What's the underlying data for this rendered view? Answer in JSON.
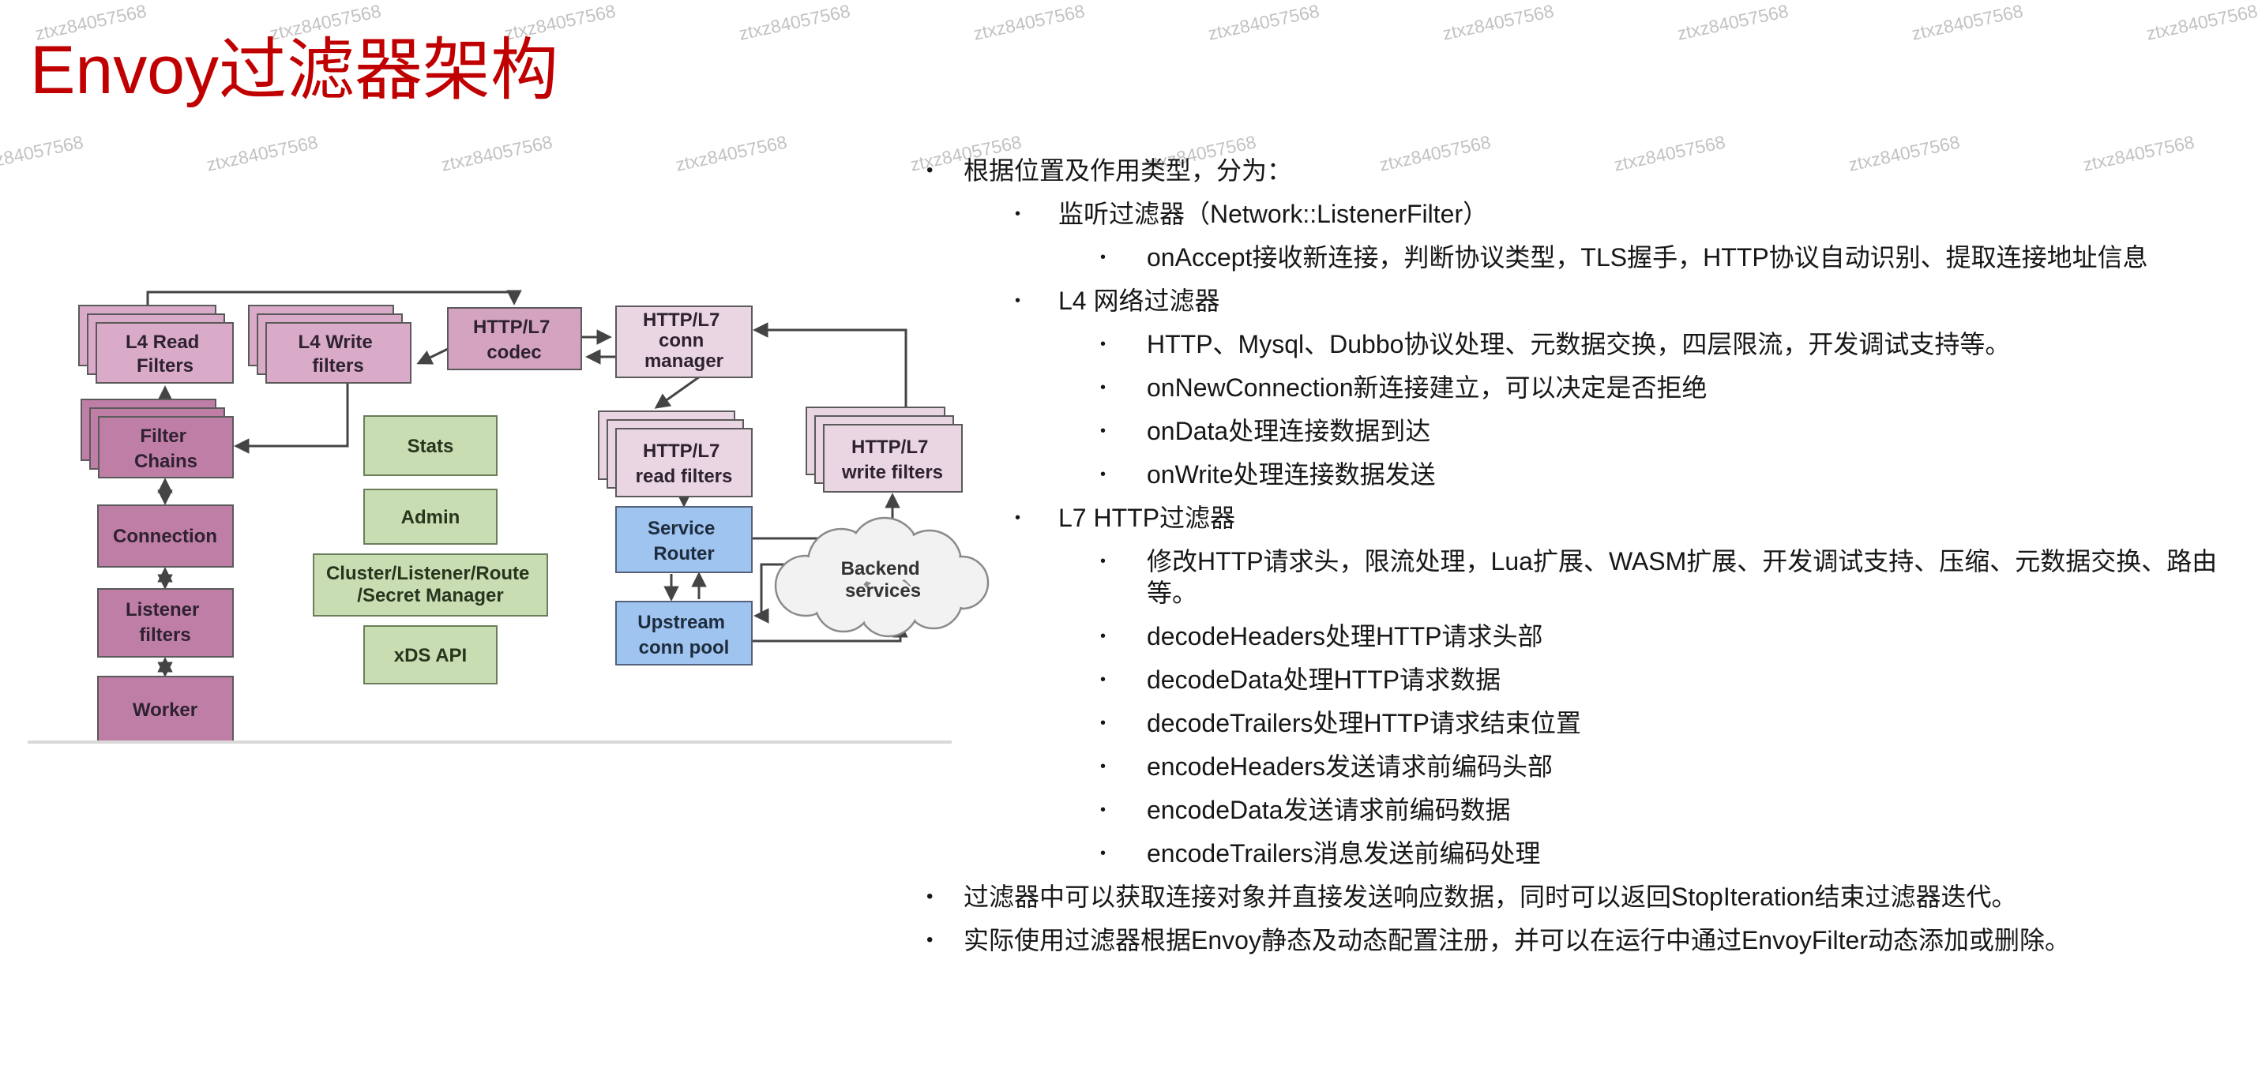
{
  "slide": {
    "title": "Envoy过滤器架构"
  },
  "watermark": {
    "text": "ztxz84057568"
  },
  "diagram": {
    "boxes": {
      "l4_read": {
        "line1": "L4 Read",
        "line2": "Filters"
      },
      "l4_write": {
        "line1": "L4 Write",
        "line2": "filters"
      },
      "codec": {
        "line1": "HTTP/L7",
        "line2": "codec"
      },
      "conn_manager": {
        "line1": "HTTP/L7",
        "line2": "conn",
        "line3": "manager"
      },
      "read_filters": {
        "line1": "HTTP/L7",
        "line2": "read filters"
      },
      "write_filters": {
        "line1": "HTTP/L7",
        "line2": "write filters"
      },
      "filter_chains": {
        "line1": "Filter",
        "line2": "Chains"
      },
      "connection": {
        "line1": "Connection"
      },
      "listener_filters": {
        "line1": "Listener",
        "line2": "filters"
      },
      "worker": {
        "line1": "Worker"
      },
      "stats": {
        "line1": "Stats"
      },
      "admin": {
        "line1": "Admin"
      },
      "cluster_mgr": {
        "line1": "Cluster/Listener/Route",
        "line2": "/Secret Manager"
      },
      "xds": {
        "line1": "xDS API"
      },
      "service_router": {
        "line1": "Service",
        "line2": "Router"
      },
      "upstream_pool": {
        "line1": "Upstream",
        "line2": "conn pool"
      },
      "backend": {
        "line1": "Backend",
        "line2": "services"
      }
    },
    "colors": {
      "title_red": "#c00000",
      "pink_stack": "#d9abc8",
      "pink_codec": "#d4a3c0",
      "pink_pale": "#ead6e3",
      "mauve_dark": "#bf7ea6",
      "green": "#c9ddb2",
      "blue": "#9ec4ef",
      "cloud": "#f2f2f2",
      "arrow": "#444444"
    }
  },
  "bullets": [
    {
      "level": 0,
      "text": "根据位置及作用类型，分为："
    },
    {
      "level": 1,
      "text": "监听过滤器（Network::ListenerFilter）"
    },
    {
      "level": 2,
      "text": "onAccept接收新连接，判断协议类型，TLS握手，HTTP协议自动识别、提取连接地址信息"
    },
    {
      "level": 1,
      "text": "L4 网络过滤器"
    },
    {
      "level": 2,
      "text": "HTTP、Mysql、Dubbo协议处理、元数据交换，四层限流，开发调试支持等。"
    },
    {
      "level": 2,
      "text": "onNewConnection新连接建立，可以决定是否拒绝"
    },
    {
      "level": 2,
      "text": "onData处理连接数据到达"
    },
    {
      "level": 2,
      "text": "onWrite处理连接数据发送"
    },
    {
      "level": 1,
      "text": "L7 HTTP过滤器"
    },
    {
      "level": 2,
      "text": "修改HTTP请求头，限流处理，Lua扩展、WASM扩展、开发调试支持、压缩、元数据交换、路由等。"
    },
    {
      "level": 2,
      "text": "decodeHeaders处理HTTP请求头部"
    },
    {
      "level": 2,
      "text": "decodeData处理HTTP请求数据"
    },
    {
      "level": 2,
      "text": "decodeTrailers处理HTTP请求结束位置"
    },
    {
      "level": 2,
      "text": "encodeHeaders发送请求前编码头部"
    },
    {
      "level": 2,
      "text": "encodeData发送请求前编码数据"
    },
    {
      "level": 2,
      "text": "encodeTrailers消息发送前编码处理"
    },
    {
      "level": 0,
      "text": "过滤器中可以获取连接对象并直接发送响应数据，同时可以返回StopIteration结束过滤器迭代。"
    },
    {
      "level": 0,
      "text": "实际使用过滤器根据Envoy静态及动态配置注册，并可以在运行中通过EnvoyFilter动态添加或删除。"
    }
  ]
}
